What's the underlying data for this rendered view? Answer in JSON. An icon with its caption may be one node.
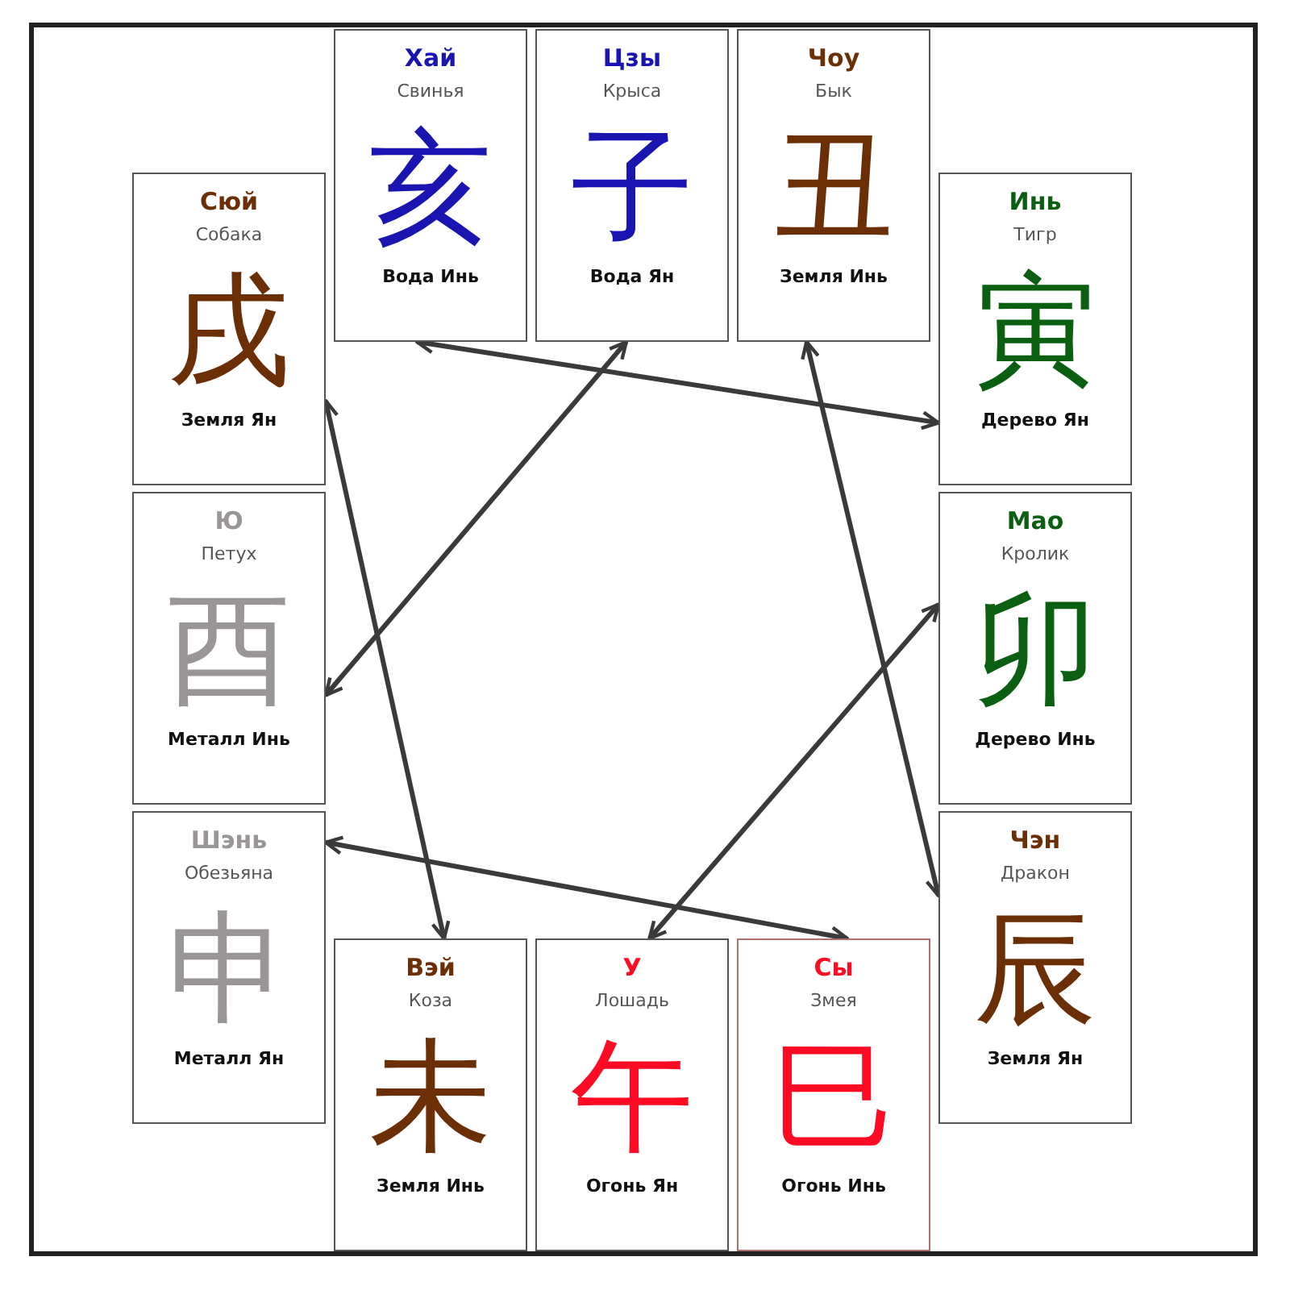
{
  "diagram": {
    "nodes": [
      {
        "text": [
          "Хай",
          "Свинья",
          "亥",
          "Вода Инь"
        ]
      },
      {
        "text": [
          "Цзы",
          "Крыса",
          "子",
          "Вода Ян"
        ]
      },
      {
        "text": [
          "Чоу",
          "Бык",
          "丑",
          "Земля Инь"
        ]
      },
      {
        "text": [
          "Сюй",
          "Собака",
          "戌",
          "Земля Ян"
        ]
      },
      {
        "text": [
          "Инь",
          "Тигр",
          "寅",
          "Дерево Ян"
        ]
      },
      {
        "text": [
          "Ю",
          "Петух",
          "酉",
          "Металл Инь"
        ]
      },
      {
        "text": [
          "Мао",
          "Кролик",
          "卯",
          "Дерево Инь"
        ]
      },
      {
        "text": [
          "Шэнь",
          "Обезьяна",
          "申",
          "Металл Ян"
        ]
      },
      {
        "text": [
          "Чэн",
          "Дракон",
          "辰",
          "Земля Ян"
        ]
      },
      {
        "text": [
          "Вэй",
          "Коза",
          "未",
          "Земля Инь"
        ]
      },
      {
        "text": [
          "У",
          "Лошадь",
          "午",
          "Огонь Ян"
        ]
      },
      {
        "text": [
          "Сы",
          "Змея",
          "巳",
          "Огонь Инь"
        ]
      }
    ],
    "edges": [
      {
        "from": 0,
        "to": 4,
        "arrow": "both"
      },
      {
        "from": 1,
        "to": 5,
        "arrow": "both"
      },
      {
        "from": 2,
        "to": 8,
        "arrow": "both"
      },
      {
        "from": 3,
        "to": 9,
        "arrow": "both"
      },
      {
        "from": 6,
        "to": 10,
        "arrow": "both"
      },
      {
        "from": 7,
        "to": 11,
        "arrow": "both"
      }
    ]
  }
}
